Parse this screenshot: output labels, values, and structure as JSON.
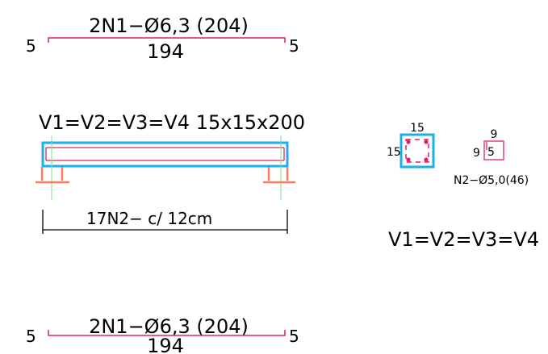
{
  "colors": {
    "text": "#000000",
    "rebar_main": "#e0206a",
    "concrete_outline": "#1ab0e8",
    "support": "#ff7a5a",
    "axis": "#7fe07f",
    "dimension": "#000000"
  },
  "top_bar": {
    "label": "2N1−Ø6,3 (204)",
    "length": "194",
    "hook_left": "5",
    "hook_right": "5"
  },
  "beam": {
    "title": "V1=V2=V3=V4  15x15x200",
    "stirrup_note": "17N2−  c/ 12cm"
  },
  "section": {
    "width": "15",
    "height": "15"
  },
  "stirrup": {
    "width": "9",
    "height": "9",
    "hook": "5",
    "label": "N2−Ø5,0(46)"
  },
  "section_title": "V1=V2=V3=V4",
  "bottom_bar": {
    "label": "2N1−Ø6,3 (204)",
    "length": "194",
    "hook_left": "5",
    "hook_right": "5"
  }
}
